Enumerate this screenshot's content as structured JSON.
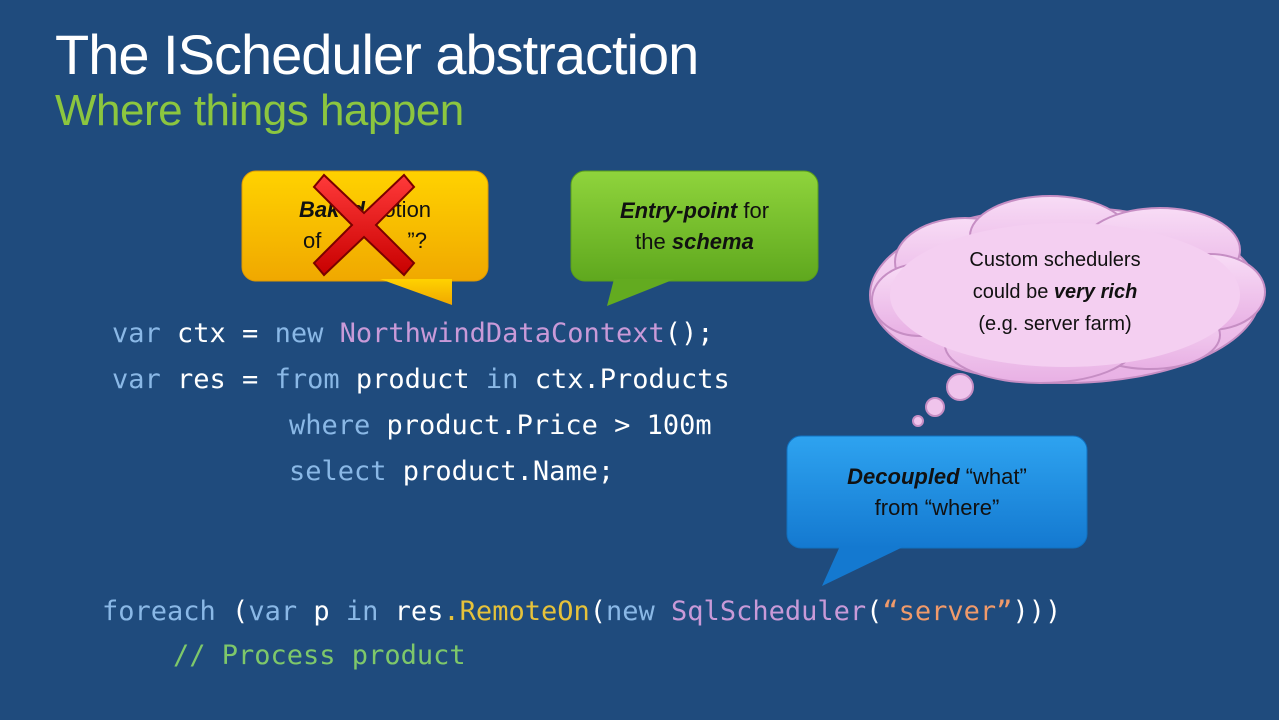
{
  "slide": {
    "title": "The IScheduler abstraction",
    "subtitle": "Where things happen"
  },
  "callouts": {
    "baked_in": {
      "line1_bold": "Baked",
      "line1_rest": " notion",
      "line2_a": "of",
      "line2_b": "”?",
      "struck": true,
      "color": "#f5b400"
    },
    "entry_point": {
      "line1_bold": "Entry-point",
      "line1_rest": " for",
      "line2_a": "the ",
      "line2_bold": "schema",
      "color": "#7cc02a"
    },
    "decoupled": {
      "line1_bold": "Decoupled",
      "line1_rest": " “what”",
      "line2": "from “where”",
      "color": "#1a8fe0"
    },
    "custom_schedulers": {
      "line1": "Custom schedulers",
      "line2_a": "could be ",
      "line2_bold": "very rich",
      "line3": "(e.g. server farm)",
      "color": "#f2c6ee"
    }
  },
  "code": {
    "line1": {
      "k1": "var",
      "t1": " ctx = ",
      "k2": "new",
      "t2": " ",
      "ty": "NorthwindDataContext",
      "t3": "();"
    },
    "line2": {
      "k1": "var",
      "t1": " res = ",
      "k2": "from",
      "t2": " product ",
      "k3": "in",
      "t3": " ctx.Products"
    },
    "line3": {
      "k1": "where",
      "t1": " product.Price > 100m"
    },
    "line4": {
      "k1": "select",
      "t1": " product.Name;"
    },
    "line5": {
      "k1": "foreach",
      "t1": " (",
      "k2": "var",
      "t2": " p ",
      "k3": "in",
      "t3": " res",
      "m": ".RemoteOn",
      "t4": "(",
      "k4": "new",
      "t5": " ",
      "ty": "SqlScheduler",
      "t6": "(",
      "s": "“server”",
      "t7": ")))"
    },
    "line6": {
      "c": "// Process product"
    }
  },
  "icons": {
    "strike": "red-x-icon",
    "thought": "thought-cloud"
  }
}
